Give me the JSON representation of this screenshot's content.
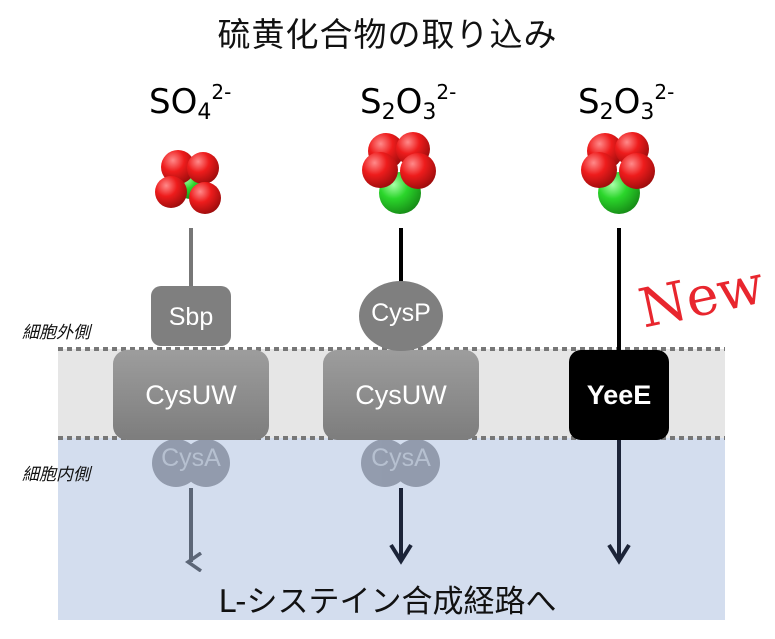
{
  "title": "硫黄化合物の取り込み",
  "ions": [
    {
      "base": "SO",
      "sub": "4",
      "charge": "2-"
    },
    {
      "base": "S",
      "sub": "2",
      "base2": "O",
      "sub2": "3",
      "charge": "2-"
    },
    {
      "base": "S",
      "sub": "2",
      "base2": "O",
      "sub2": "3",
      "charge": "2-"
    }
  ],
  "labels": {
    "outside": "細胞外側",
    "inside": "細胞内側",
    "bottom": "L-システイン合成経路へ",
    "new": "New"
  },
  "proteins": {
    "sbp": "Sbp",
    "cysp": "CysP",
    "cysuw1": "CysUW",
    "cysuw2": "CysUW",
    "cysa1": "CysA",
    "cysa2": "CysA",
    "yeee": "YeeE"
  },
  "colors": {
    "oxygen": "#e8151b",
    "sulfur": "#27d12f",
    "membrane": "#e6e6e6",
    "cytoplasm": "#d3ddee",
    "new": "#e8262e",
    "yeee": "#000000",
    "transporter": "#8c8c8c"
  }
}
